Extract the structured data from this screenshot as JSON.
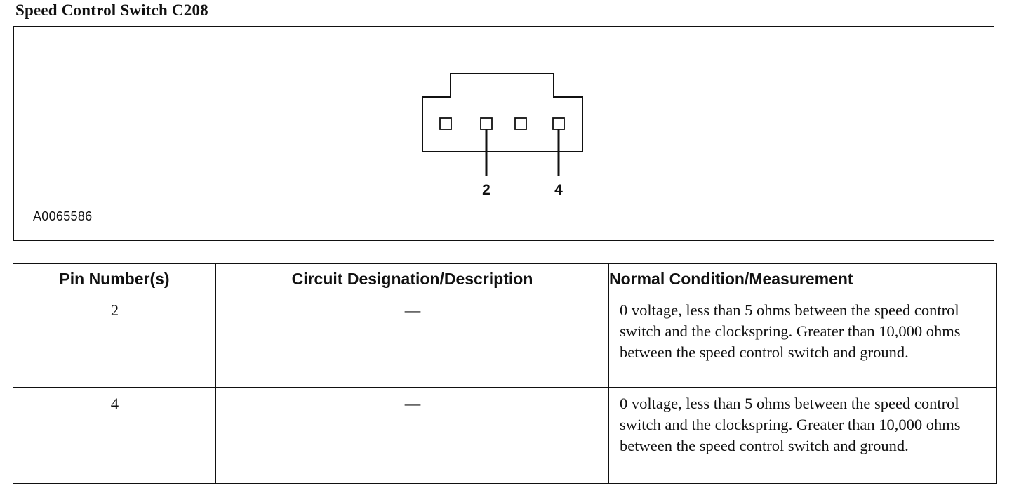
{
  "title": "Speed Control Switch C208",
  "diagram": {
    "figure_id": "A0065586",
    "connector_cavities": 4,
    "callouts": [
      "2",
      "4"
    ]
  },
  "table": {
    "headers": [
      "Pin Number(s)",
      "Circuit Designation/Description",
      "Normal Condition/Measurement"
    ],
    "rows": [
      {
        "pin": "2",
        "circuit": "—",
        "measurement": "0 voltage, less than 5 ohms between the speed control switch and the clockspring. Greater than 10,000 ohms between the speed control switch and ground."
      },
      {
        "pin": "4",
        "circuit": "—",
        "measurement": "0 voltage, less than 5 ohms between the speed control switch and the clockspring. Greater than 10,000 ohms between the speed control switch and ground."
      }
    ]
  }
}
